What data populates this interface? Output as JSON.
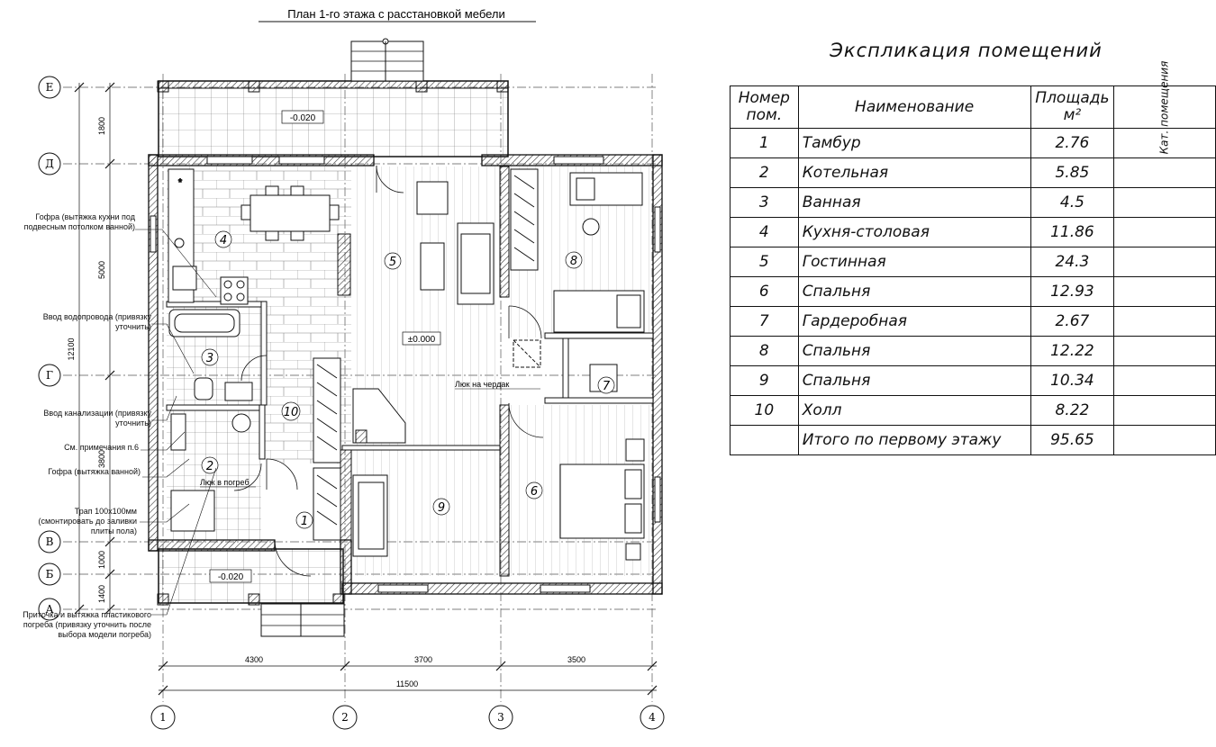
{
  "plan": {
    "title": "План 1-го этажа с расстановкой мебели",
    "axes": {
      "rows": [
        "Е",
        "Д",
        "Г",
        "В",
        "Б",
        "А"
      ],
      "cols": [
        "1",
        "2",
        "3",
        "4"
      ]
    },
    "dims": {
      "vertical": [
        "1800",
        "5000",
        "12100",
        "3800",
        "1000",
        "1400"
      ],
      "horizontal": [
        "4300",
        "3700",
        "3500"
      ],
      "total": "11500"
    },
    "rooms": [
      "1",
      "2",
      "3",
      "4",
      "5",
      "6",
      "7",
      "8",
      "9",
      "10"
    ],
    "levels": {
      "terrace": "-0.020",
      "porch": "-0.020",
      "floor": "±0.000"
    },
    "hatches": {
      "attic": "Люк на чердак",
      "cellar": "Люк в погреб"
    },
    "notes": [
      "Гофра (вытяжка кухни под подвесным потолком ванной)",
      "Ввод водопровода (привязку уточнить)",
      "Ввод канализации (привязку уточнить)",
      "См. примечания п.6",
      "Гофра (вытяжка ванной)",
      "Трап 100х100мм (смонтировать до заливки плиты пола)",
      "Приточка и вытяжка пластикового погреба (привязку уточнить после выбора модели погреба)"
    ]
  },
  "explication": {
    "title": "Экспликация помещений",
    "headers": {
      "num": "Номер пом.",
      "name": "Наименование",
      "area": "Площадь м²",
      "cat": "Кат. помещения"
    },
    "rows": [
      {
        "num": "1",
        "name": "Тамбур",
        "area": "2.76"
      },
      {
        "num": "2",
        "name": "Котельная",
        "area": "5.85"
      },
      {
        "num": "3",
        "name": "Ванная",
        "area": "4.5"
      },
      {
        "num": "4",
        "name": "Кухня-столовая",
        "area": "11.86"
      },
      {
        "num": "5",
        "name": "Гостинная",
        "area": "24.3"
      },
      {
        "num": "6",
        "name": "Спальня",
        "area": "12.93"
      },
      {
        "num": "7",
        "name": "Гардеробная",
        "area": "2.67"
      },
      {
        "num": "8",
        "name": "Спальня",
        "area": "12.22"
      },
      {
        "num": "9",
        "name": "Спальня",
        "area": "10.34"
      },
      {
        "num": "10",
        "name": "Холл",
        "area": "8.22"
      }
    ],
    "total": {
      "name": "Итого по первому этажу",
      "area": "95.65"
    }
  }
}
